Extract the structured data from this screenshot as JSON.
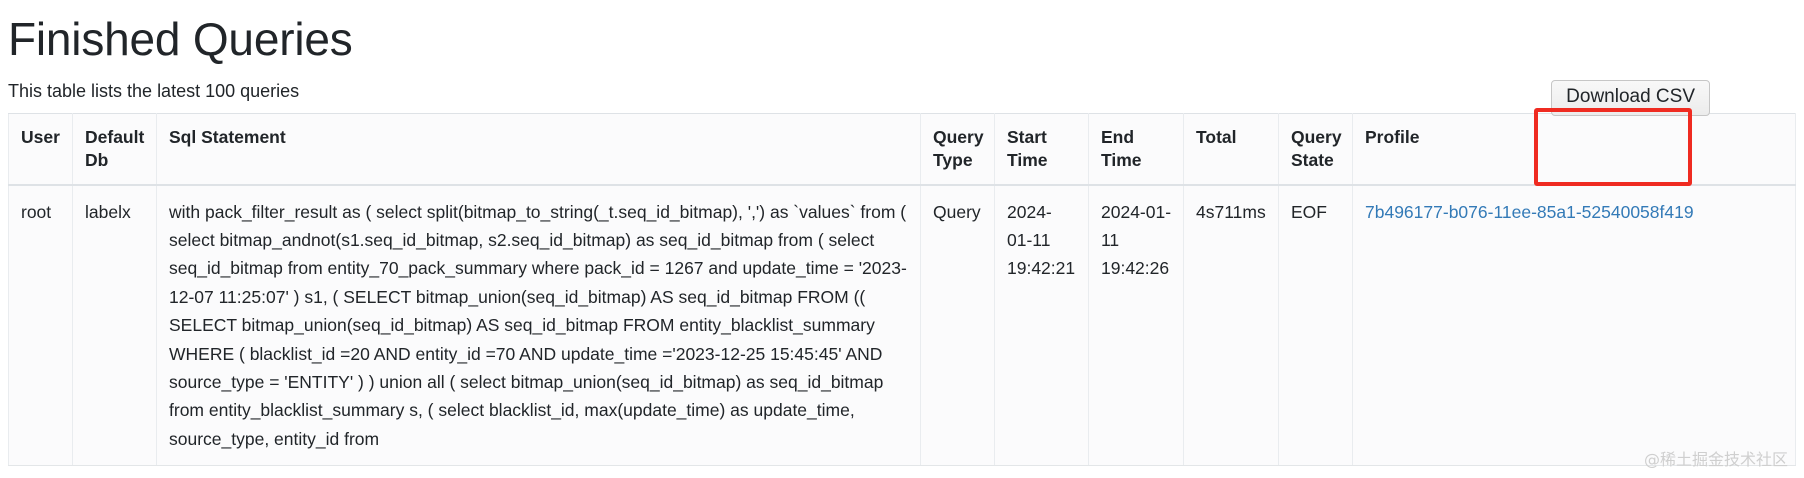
{
  "header": {
    "title": "Finished Queries",
    "subtitle": "This table lists the latest 100 queries"
  },
  "toolbar": {
    "download_csv_label": "Download CSV"
  },
  "table": {
    "columns": [
      {
        "key": "user",
        "label": "User"
      },
      {
        "key": "default_db",
        "label": "Default Db"
      },
      {
        "key": "sql_statement",
        "label": "Sql Statement"
      },
      {
        "key": "query_type",
        "label": "Query Type"
      },
      {
        "key": "start_time",
        "label": "Start Time"
      },
      {
        "key": "end_time",
        "label": "End Time"
      },
      {
        "key": "total",
        "label": "Total"
      },
      {
        "key": "query_state",
        "label": "Query State"
      },
      {
        "key": "profile",
        "label": "Profile"
      }
    ],
    "rows": [
      {
        "user": "root",
        "default_db": "labelx",
        "sql_statement": "with pack_filter_result as ( select split(bitmap_to_string(_t.seq_id_bitmap), ',') as `values` from ( select bitmap_andnot(s1.seq_id_bitmap, s2.seq_id_bitmap) as seq_id_bitmap from ( select seq_id_bitmap from entity_70_pack_summary where pack_id = 1267 and update_time = '2023-12-07 11:25:07' ) s1, ( SELECT bitmap_union(seq_id_bitmap) AS seq_id_bitmap FROM (( SELECT bitmap_union(seq_id_bitmap) AS seq_id_bitmap FROM entity_blacklist_summary WHERE ( blacklist_id =20 AND entity_id =70 AND update_time ='2023-12-25 15:45:45' AND source_type = 'ENTITY' ) ) union all ( select bitmap_union(seq_id_bitmap) as seq_id_bitmap from entity_blacklist_summary s, ( select blacklist_id, max(update_time) as update_time, source_type, entity_id from",
        "query_type": "Query",
        "start_time": "2024-01-11 19:42:21",
        "end_time": "2024-01-11 19:42:26",
        "total": "4s711ms",
        "query_state": "EOF",
        "profile": "7b496177-b076-11ee-85a1-52540058f419"
      }
    ]
  },
  "annotations": {
    "highlight_color": "#ef2b21",
    "highlight_target": "Profile"
  },
  "watermark": {
    "text": "@稀土掘金技术社区"
  }
}
